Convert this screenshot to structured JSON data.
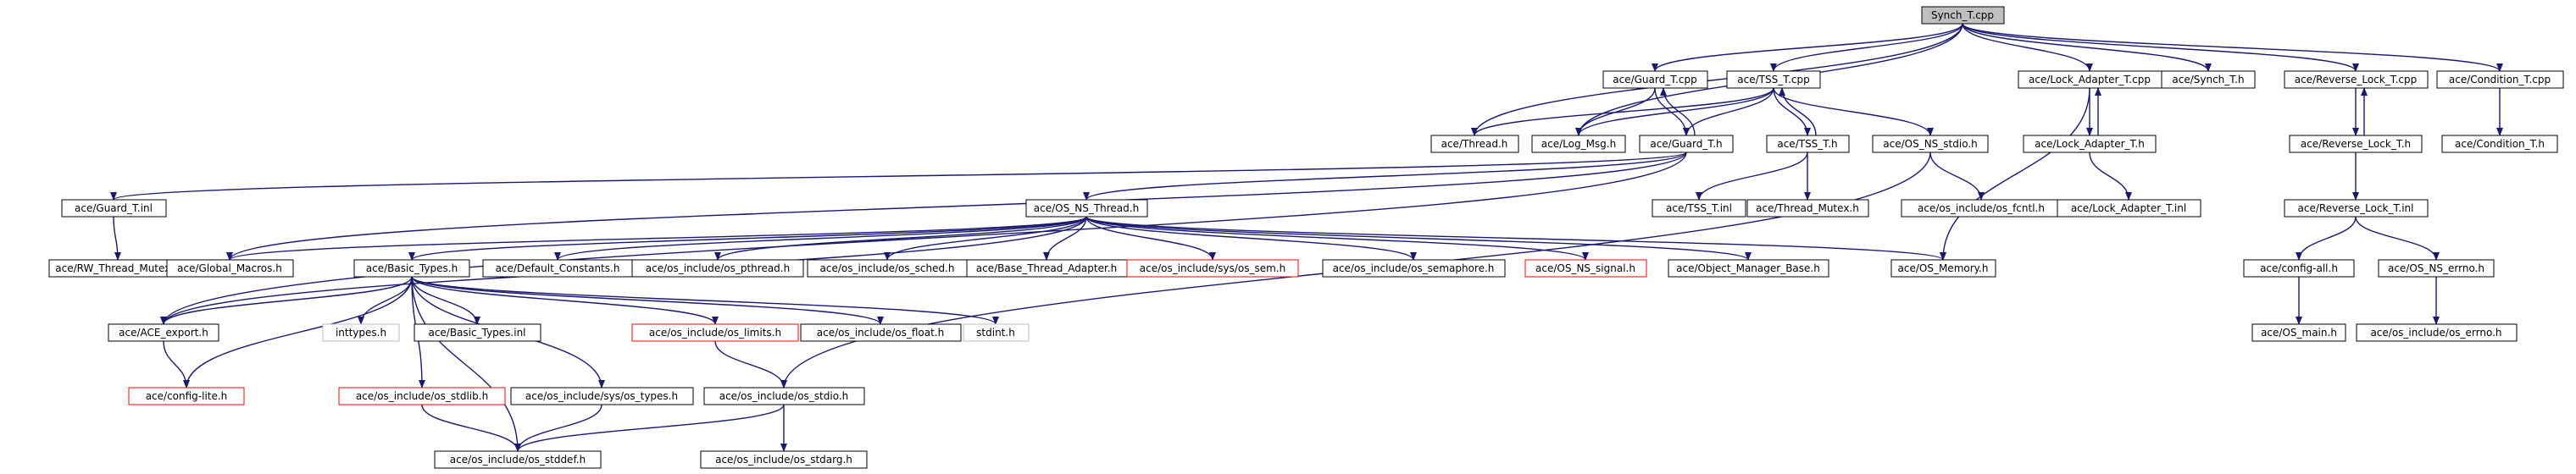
{
  "colors": {
    "edge": "#191970",
    "node_border": "#000000",
    "missing_border": "#ff0000",
    "external_border": "#bfbfbf",
    "root_fill": "#bfbfbf",
    "node_fill": "#ffffff"
  },
  "nodes": [
    {
      "id": "synch_t_cpp",
      "label": "Synch_T.cpp",
      "style": "root"
    },
    {
      "id": "guard_t_cpp",
      "label": "ace/Guard_T.cpp",
      "style": "normal"
    },
    {
      "id": "tss_t_cpp",
      "label": "ace/TSS_T.cpp",
      "style": "normal"
    },
    {
      "id": "lock_adapter_t_cpp",
      "label": "ace/Lock_Adapter_T.cpp",
      "style": "normal"
    },
    {
      "id": "synch_t_h",
      "label": "ace/Synch_T.h",
      "style": "normal"
    },
    {
      "id": "reverse_lock_t_cpp",
      "label": "ace/Reverse_Lock_T.cpp",
      "style": "normal"
    },
    {
      "id": "condition_t_cpp",
      "label": "ace/Condition_T.cpp",
      "style": "normal"
    },
    {
      "id": "thread_h",
      "label": "ace/Thread.h",
      "style": "normal"
    },
    {
      "id": "log_msg_h",
      "label": "ace/Log_Msg.h",
      "style": "normal"
    },
    {
      "id": "guard_t_h",
      "label": "ace/Guard_T.h",
      "style": "normal"
    },
    {
      "id": "tss_t_h",
      "label": "ace/TSS_T.h",
      "style": "normal"
    },
    {
      "id": "os_ns_stdio_h",
      "label": "ace/OS_NS_stdio.h",
      "style": "normal"
    },
    {
      "id": "lock_adapter_t_h",
      "label": "ace/Lock_Adapter_T.h",
      "style": "normal"
    },
    {
      "id": "reverse_lock_t_h",
      "label": "ace/Reverse_Lock_T.h",
      "style": "normal"
    },
    {
      "id": "condition_t_h",
      "label": "ace/Condition_T.h",
      "style": "normal"
    },
    {
      "id": "guard_t_inl",
      "label": "ace/Guard_T.inl",
      "style": "normal"
    },
    {
      "id": "os_ns_thread_h",
      "label": "ace/OS_NS_Thread.h",
      "style": "normal"
    },
    {
      "id": "tss_t_inl",
      "label": "ace/TSS_T.inl",
      "style": "normal"
    },
    {
      "id": "thread_mutex_h",
      "label": "ace/Thread_Mutex.h",
      "style": "normal"
    },
    {
      "id": "os_fcntl_h",
      "label": "ace/os_include/os_fcntl.h",
      "style": "normal"
    },
    {
      "id": "lock_adapter_t_inl",
      "label": "ace/Lock_Adapter_T.inl",
      "style": "normal"
    },
    {
      "id": "reverse_lock_t_inl",
      "label": "ace/Reverse_Lock_T.inl",
      "style": "normal"
    },
    {
      "id": "rw_thread_mutex_h",
      "label": "ace/RW_Thread_Mutex.h",
      "style": "normal"
    },
    {
      "id": "global_macros_h",
      "label": "ace/Global_Macros.h",
      "style": "normal"
    },
    {
      "id": "basic_types_h",
      "label": "ace/Basic_Types.h",
      "style": "normal"
    },
    {
      "id": "default_constants_h",
      "label": "ace/Default_Constants.h",
      "style": "normal"
    },
    {
      "id": "os_pthread_h",
      "label": "ace/os_include/os_pthread.h",
      "style": "normal"
    },
    {
      "id": "os_sched_h",
      "label": "ace/os_include/os_sched.h",
      "style": "normal"
    },
    {
      "id": "base_thread_adapter_h",
      "label": "ace/Base_Thread_Adapter.h",
      "style": "normal"
    },
    {
      "id": "os_sem_h",
      "label": "ace/os_include/sys/os_sem.h",
      "style": "missing"
    },
    {
      "id": "os_semaphore_h",
      "label": "ace/os_include/os_semaphore.h",
      "style": "normal"
    },
    {
      "id": "os_ns_signal_h",
      "label": "ace/OS_NS_signal.h",
      "style": "missing"
    },
    {
      "id": "object_manager_base_h",
      "label": "ace/Object_Manager_Base.h",
      "style": "normal"
    },
    {
      "id": "os_memory_h",
      "label": "ace/OS_Memory.h",
      "style": "normal"
    },
    {
      "id": "config_all_h",
      "label": "ace/config-all.h",
      "style": "normal"
    },
    {
      "id": "os_ns_errno_h",
      "label": "ace/OS_NS_errno.h",
      "style": "normal"
    },
    {
      "id": "ace_export_h",
      "label": "ace/ACE_export.h",
      "style": "normal"
    },
    {
      "id": "inttypes_h",
      "label": "inttypes.h",
      "style": "external"
    },
    {
      "id": "basic_types_inl",
      "label": "ace/Basic_Types.inl",
      "style": "normal"
    },
    {
      "id": "os_limits_h",
      "label": "ace/os_include/os_limits.h",
      "style": "missing"
    },
    {
      "id": "os_float_h",
      "label": "ace/os_include/os_float.h",
      "style": "normal"
    },
    {
      "id": "stdint_h",
      "label": "stdint.h",
      "style": "external"
    },
    {
      "id": "os_main_h",
      "label": "ace/OS_main.h",
      "style": "normal"
    },
    {
      "id": "os_errno_h",
      "label": "ace/os_include/os_errno.h",
      "style": "normal"
    },
    {
      "id": "config_lite_h",
      "label": "ace/config-lite.h",
      "style": "missing"
    },
    {
      "id": "os_stdlib_h",
      "label": "ace/os_include/os_stdlib.h",
      "style": "missing"
    },
    {
      "id": "os_types_h",
      "label": "ace/os_include/sys/os_types.h",
      "style": "normal"
    },
    {
      "id": "os_stdio_h",
      "label": "ace/os_include/os_stdio.h",
      "style": "normal"
    },
    {
      "id": "os_stddef_h",
      "label": "ace/os_include/os_stddef.h",
      "style": "normal"
    },
    {
      "id": "os_stdarg_h",
      "label": "ace/os_include/os_stdarg.h",
      "style": "normal"
    }
  ],
  "edges": [
    [
      "synch_t_cpp",
      "guard_t_cpp"
    ],
    [
      "synch_t_cpp",
      "tss_t_cpp"
    ],
    [
      "synch_t_cpp",
      "lock_adapter_t_cpp"
    ],
    [
      "synch_t_cpp",
      "synch_t_h"
    ],
    [
      "synch_t_cpp",
      "reverse_lock_t_cpp"
    ],
    [
      "synch_t_cpp",
      "condition_t_cpp"
    ],
    [
      "synch_t_cpp",
      "thread_h"
    ],
    [
      "synch_t_cpp",
      "log_msg_h"
    ],
    [
      "guard_t_cpp",
      "guard_t_h"
    ],
    [
      "guard_t_cpp",
      "log_msg_h"
    ],
    [
      "guard_t_h",
      "guard_t_cpp"
    ],
    [
      "tss_t_cpp",
      "thread_h"
    ],
    [
      "tss_t_cpp",
      "log_msg_h"
    ],
    [
      "tss_t_cpp",
      "guard_t_h"
    ],
    [
      "tss_t_cpp",
      "tss_t_h"
    ],
    [
      "tss_t_cpp",
      "os_ns_stdio_h"
    ],
    [
      "tss_t_h",
      "tss_t_cpp"
    ],
    [
      "tss_t_h",
      "tss_t_inl"
    ],
    [
      "tss_t_h",
      "thread_mutex_h"
    ],
    [
      "guard_t_h",
      "guard_t_inl"
    ],
    [
      "guard_t_h",
      "os_ns_thread_h"
    ],
    [
      "guard_t_h",
      "global_macros_h"
    ],
    [
      "guard_t_h",
      "ace_export_h"
    ],
    [
      "guard_t_inl",
      "rw_thread_mutex_h"
    ],
    [
      "os_ns_stdio_h",
      "os_fcntl_h"
    ],
    [
      "os_ns_stdio_h",
      "os_stdio_h"
    ],
    [
      "lock_adapter_t_cpp",
      "lock_adapter_t_h"
    ],
    [
      "lock_adapter_t_cpp",
      "os_memory_h"
    ],
    [
      "lock_adapter_t_h",
      "lock_adapter_t_cpp"
    ],
    [
      "lock_adapter_t_h",
      "lock_adapter_t_inl"
    ],
    [
      "reverse_lock_t_cpp",
      "reverse_lock_t_h"
    ],
    [
      "reverse_lock_t_h",
      "reverse_lock_t_cpp"
    ],
    [
      "reverse_lock_t_h",
      "reverse_lock_t_inl"
    ],
    [
      "reverse_lock_t_inl",
      "config_all_h"
    ],
    [
      "reverse_lock_t_inl",
      "os_ns_errno_h"
    ],
    [
      "config_all_h",
      "os_main_h"
    ],
    [
      "os_ns_errno_h",
      "os_errno_h"
    ],
    [
      "condition_t_cpp",
      "condition_t_h"
    ],
    [
      "os_ns_thread_h",
      "global_macros_h"
    ],
    [
      "os_ns_thread_h",
      "basic_types_h"
    ],
    [
      "os_ns_thread_h",
      "default_constants_h"
    ],
    [
      "os_ns_thread_h",
      "os_pthread_h"
    ],
    [
      "os_ns_thread_h",
      "os_sched_h"
    ],
    [
      "os_ns_thread_h",
      "base_thread_adapter_h"
    ],
    [
      "os_ns_thread_h",
      "os_sem_h"
    ],
    [
      "os_ns_thread_h",
      "os_semaphore_h"
    ],
    [
      "os_ns_thread_h",
      "os_ns_signal_h"
    ],
    [
      "os_ns_thread_h",
      "object_manager_base_h"
    ],
    [
      "os_ns_thread_h",
      "os_memory_h"
    ],
    [
      "os_ns_thread_h",
      "ace_export_h"
    ],
    [
      "basic_types_h",
      "ace_export_h"
    ],
    [
      "basic_types_h",
      "config_lite_h"
    ],
    [
      "basic_types_h",
      "inttypes_h"
    ],
    [
      "basic_types_h",
      "basic_types_inl"
    ],
    [
      "basic_types_h",
      "os_limits_h"
    ],
    [
      "basic_types_h",
      "os_float_h"
    ],
    [
      "basic_types_h",
      "stdint_h"
    ],
    [
      "basic_types_h",
      "os_stdlib_h"
    ],
    [
      "basic_types_h",
      "os_types_h"
    ],
    [
      "basic_types_h",
      "os_stddef_h"
    ],
    [
      "ace_export_h",
      "config_lite_h"
    ],
    [
      "os_limits_h",
      "os_stdio_h"
    ],
    [
      "os_stdlib_h",
      "os_stddef_h"
    ],
    [
      "os_types_h",
      "os_stddef_h"
    ],
    [
      "os_stdio_h",
      "os_stddef_h"
    ],
    [
      "os_stdio_h",
      "os_stdarg_h"
    ]
  ]
}
